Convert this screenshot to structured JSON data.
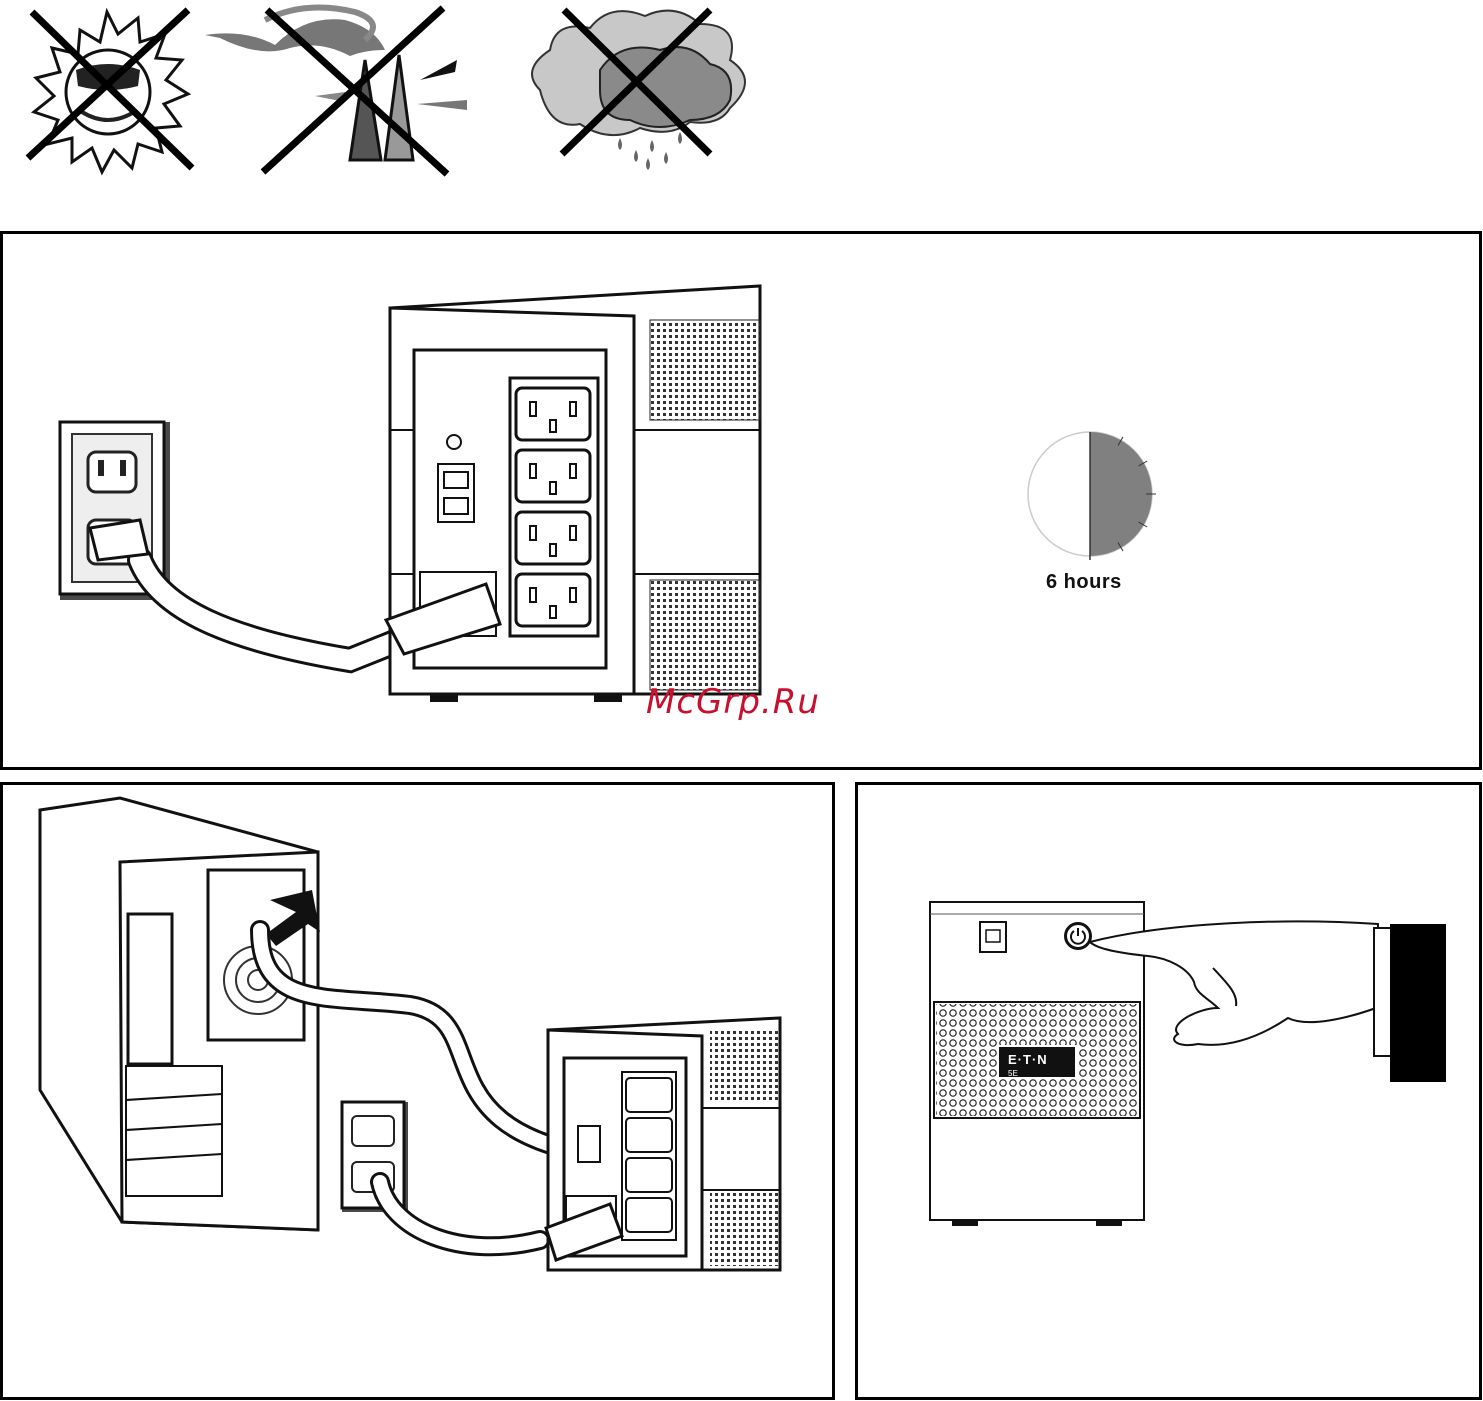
{
  "step1_charge": {
    "charge_time_label": "6 hours",
    "charge_fraction": 0.5,
    "charged_color": "#808080"
  },
  "watermark": {
    "text": "McGrp.Ru",
    "color": "#c8102e"
  },
  "step3_power_on": {
    "brand_logo_text": "E·T·N",
    "model_text": "5E"
  },
  "icons": {
    "warning_1": "no-sun-icon",
    "warning_2": "no-smoke-icon",
    "warning_3": "no-rain-icon",
    "power_button": "power-icon",
    "usb_port": "usb-icon"
  }
}
